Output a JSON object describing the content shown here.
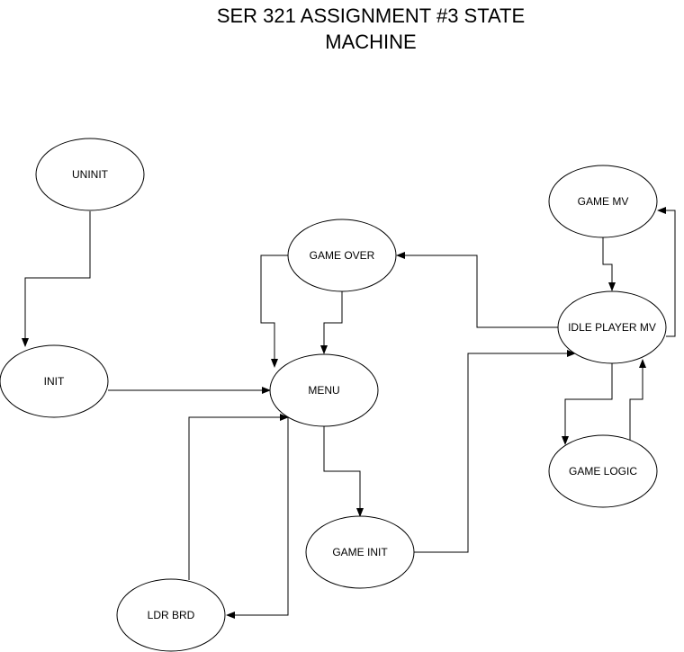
{
  "title": "SER 321 ASSIGNMENT #3 STATE\nMACHINE",
  "states": {
    "uninit": "UNINIT",
    "init": "INIT",
    "menu": "MENU",
    "game_over": "GAME OVER",
    "game_init": "GAME INIT",
    "ldr_brd": "LDR BRD",
    "game_mv": "GAME MV",
    "idle_player_mv": "IDLE PLAYER MV",
    "game_logic": "GAME LOGIC"
  },
  "transitions": [
    {
      "from": "UNINIT",
      "to": "INIT"
    },
    {
      "from": "INIT",
      "to": "MENU"
    },
    {
      "from": "GAME OVER",
      "to": "MENU"
    },
    {
      "from": "MENU",
      "to": "GAME INIT"
    },
    {
      "from": "MENU",
      "to": "LDR BRD"
    },
    {
      "from": "LDR BRD",
      "to": "MENU"
    },
    {
      "from": "GAME INIT",
      "to": "IDLE PLAYER MV"
    },
    {
      "from": "IDLE PLAYER MV",
      "to": "GAME OVER"
    },
    {
      "from": "IDLE PLAYER MV",
      "to": "GAME MV"
    },
    {
      "from": "GAME MV",
      "to": "IDLE PLAYER MV"
    },
    {
      "from": "IDLE PLAYER MV",
      "to": "GAME LOGIC"
    },
    {
      "from": "GAME LOGIC",
      "to": "IDLE PLAYER MV"
    }
  ]
}
